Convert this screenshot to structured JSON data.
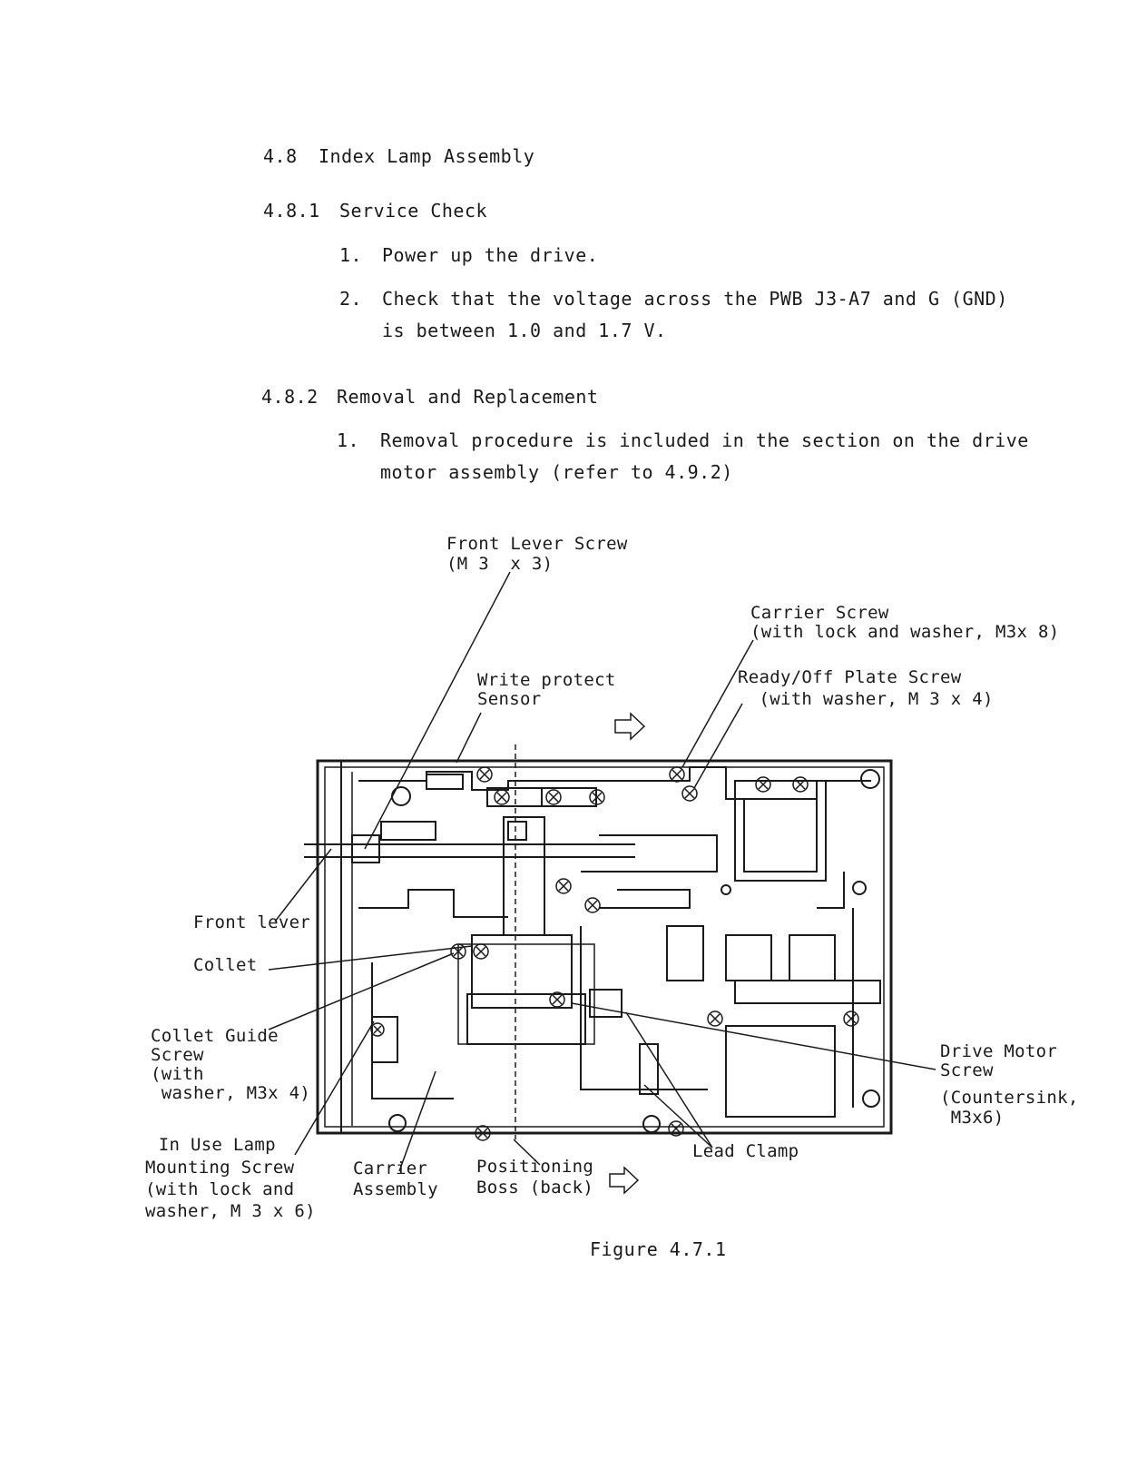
{
  "section": {
    "number": "4.8",
    "title": "Index Lamp Assembly"
  },
  "subsection1": {
    "number": "4.8.1",
    "title": "Service Check",
    "steps": [
      {
        "num": "1.",
        "lines": [
          "Power up the drive."
        ]
      },
      {
        "num": "2.",
        "lines": [
          "Check that the voltage across the PWB J3-A7 and G (GND)",
          "is between 1.0 and 1.7 V."
        ]
      }
    ]
  },
  "subsection2": {
    "number": "4.8.2",
    "title": "Removal and Replacement",
    "steps": [
      {
        "num": "1.",
        "lines": [
          "Removal procedure is included in the section on the drive",
          "motor assembly (refer to 4.9.2)"
        ]
      }
    ]
  },
  "figure": {
    "caption": "Figure 4.7.1",
    "labels": {
      "front_lever_screw": [
        "Front Lever Screw",
        "(M 3  x 3)"
      ],
      "carrier_screw": [
        "Carrier Screw",
        "(with lock and washer, M3x 8)"
      ],
      "write_protect_sensor": [
        "Write protect",
        "Sensor"
      ],
      "ready_off_plate_screw": [
        "Ready/Off Plate Screw",
        "  (with washer, M 3 x 4)"
      ],
      "front_lever": [
        "Front lever"
      ],
      "collet": [
        "Collet"
      ],
      "collet_guide_screw": [
        "Collet Guide",
        "Screw",
        "(with",
        " washer, M3x 4)"
      ],
      "drive_motor_screw": [
        "Drive Motor",
        "Screw"
      ],
      "drive_motor_screw_spec": [
        "(Countersink,",
        " M3x6)"
      ],
      "in_use_lamp_screw": [
        " In Use Lamp",
        "Mounting Screw",
        "(with lock and",
        "washer, M 3 x 6)"
      ],
      "carrier_assembly": [
        "Carrier",
        "Assembly"
      ],
      "positioning_boss": [
        "Positioning",
        "Boss (back)"
      ],
      "lead_clamp": [
        "Lead Clamp"
      ]
    }
  }
}
